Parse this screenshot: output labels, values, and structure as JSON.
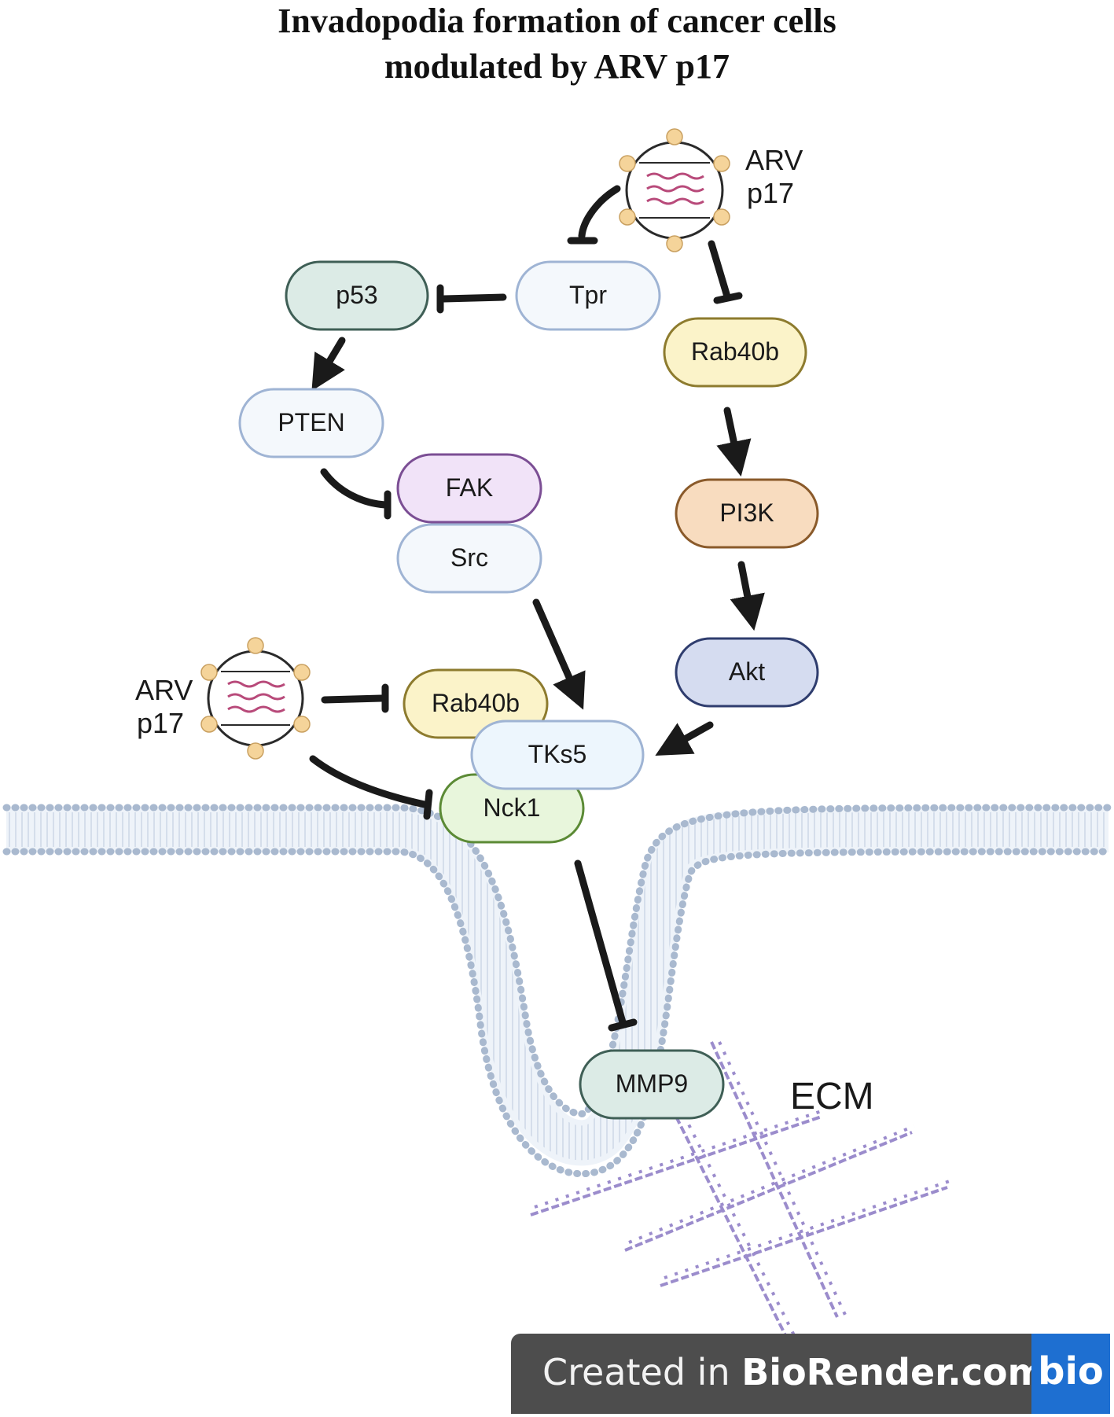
{
  "title": {
    "line1": "Invadopodia formation of cancer cells",
    "line2": "modulated by ARV p17"
  },
  "virus_label": {
    "line1": "ARV",
    "line2": "p17"
  },
  "nodes": {
    "p53": "p53",
    "tpr": "Tpr",
    "rab40b_top": "Rab40b",
    "pten": "PTEN",
    "fak": "FAK",
    "src": "Src",
    "pi3k": "PI3K",
    "akt": "Akt",
    "rab40b_bottom": "Rab40b",
    "tks5": "TKs5",
    "nck1": "Nck1",
    "mmp9": "MMP9"
  },
  "ecm_label": "ECM",
  "footer": {
    "prefix": "Created in ",
    "brand": "BioRender.com",
    "badge": "bio"
  },
  "colors": {
    "p53": "#dcebe6",
    "tpr": "#f4f8fc",
    "rab40b": "#fbf3c9",
    "pten": "#f4f8fc",
    "fak": "#f1e3f8",
    "src": "#f4f8fc",
    "pi3k": "#f8dcbf",
    "akt": "#d5dcf0",
    "tks5": "#edf6fd",
    "nck1": "#e8f6dc",
    "mmp9": "#dcebe6",
    "membrane": "#a9b9cf",
    "ecm_fiber": "#8a78c4",
    "arrow": "#1a1a1a"
  }
}
